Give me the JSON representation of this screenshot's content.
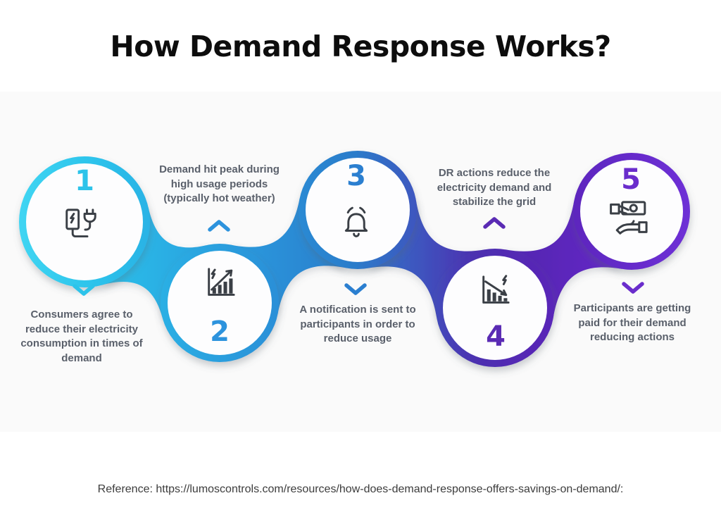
{
  "title": "How Demand Response Works?",
  "reference": "Reference: https://lumoscontrols.com/resources/how-does-demand-response-offers-savings-on-demand/:",
  "band_gradient": [
    [
      0,
      "#40d5f2"
    ],
    [
      0.1,
      "#2dc5ec"
    ],
    [
      0.24,
      "#2aaae2"
    ],
    [
      0.38,
      "#2b90d8"
    ],
    [
      0.5,
      "#2b7cca"
    ],
    [
      0.6,
      "#3f53be"
    ],
    [
      0.68,
      "#4c30b0"
    ],
    [
      0.78,
      "#5826b6"
    ],
    [
      0.88,
      "#6229c6"
    ],
    [
      1,
      "#6e30d6"
    ]
  ],
  "colors": {
    "panel_background": "#fafafa",
    "title_color": "#0d0d0d",
    "step_text_color": "#5a606b",
    "icon_stroke": "#3a3f46"
  },
  "steps": [
    {
      "number": "1",
      "icon": "electric-plug-icon",
      "color": "#2cc3ea",
      "chevron": "down",
      "text": "Consumers agree to reduce their electricity consumption in times of demand"
    },
    {
      "number": "2",
      "icon": "rising-demand-chart-icon",
      "color": "#2d93dd",
      "chevron": "up",
      "text": "Demand hit peak during high usage periods (typically hot weather)"
    },
    {
      "number": "3",
      "icon": "notification-bell-icon",
      "color": "#2b7fd0",
      "chevron": "down",
      "text": "A notification is sent to participants in order to reduce usage"
    },
    {
      "number": "4",
      "icon": "falling-demand-chart-icon",
      "color": "#5a2bb4",
      "chevron": "up",
      "text": "DR actions reduce the electricity demand and stabilize the grid"
    },
    {
      "number": "5",
      "icon": "cash-payment-icon",
      "color": "#6a2dcc",
      "chevron": "down",
      "text": "Participants are getting paid for their demand reducing actions"
    }
  ]
}
